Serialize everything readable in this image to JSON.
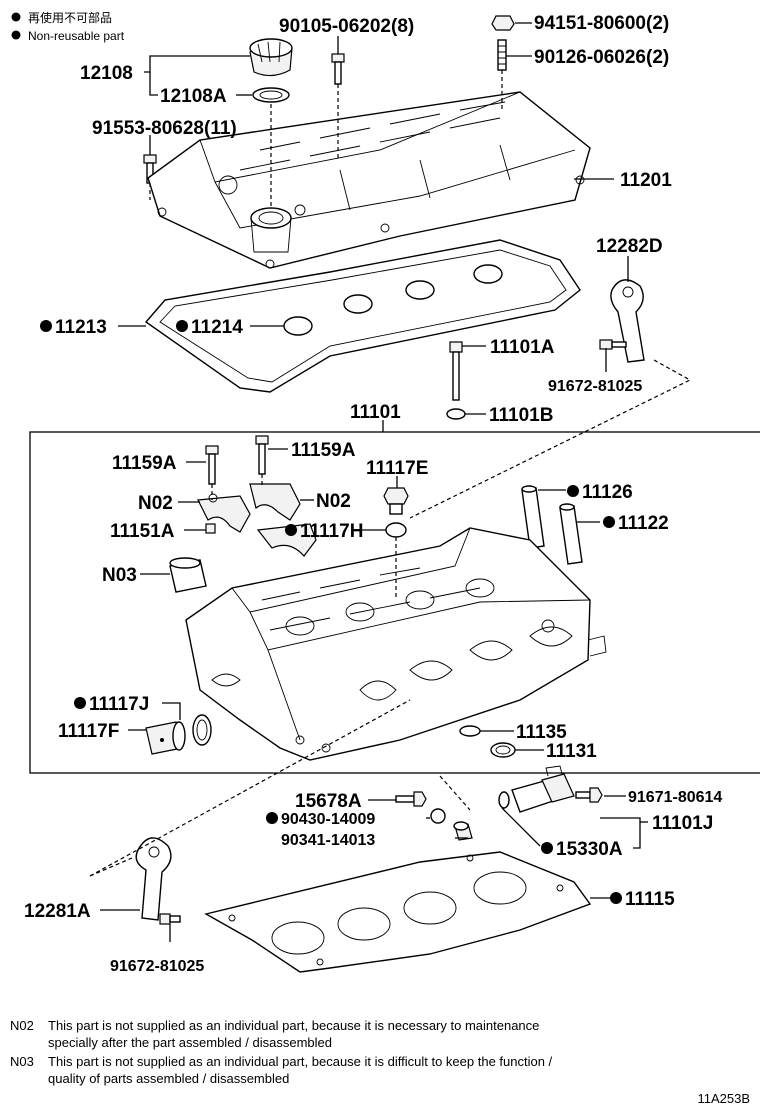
{
  "legend": {
    "item1": "再使用不可部品",
    "item2": "Non-reusable part"
  },
  "labels": {
    "l90105": "90105-06202(8)",
    "l94151": "94151-80600(2)",
    "l90126": "90126-06026(2)",
    "l12108": "12108",
    "l12108A": "12108A",
    "l91553": "91553-80628(11)",
    "l11201": "11201",
    "l12282D": "12282D",
    "l11213": "11213",
    "l11214": "11214",
    "l11101A": "11101A",
    "l91672a": "91672-81025",
    "l11101B": "11101B",
    "l11101": "11101",
    "l11159A_1": "11159A",
    "l11159A_2": "11159A",
    "l11117E": "11117E",
    "lN02_1": "N02",
    "lN02_2": "N02",
    "l11126": "11126",
    "l11151A": "11151A",
    "l11117H": "11117H",
    "l11122": "11122",
    "lN03": "N03",
    "l11117J": "11117J",
    "l11117F": "11117F",
    "l11135": "11135",
    "l11131": "11131",
    "l15678A": "15678A",
    "l91671": "91671-80614",
    "l90430": "90430-14009",
    "l11101J": "11101J",
    "l90341": "90341-14013",
    "l15330A": "15330A",
    "l12281A": "12281A",
    "l11115": "11115",
    "l91672b": "91672-81025"
  },
  "notes": {
    "n02_code": "N02",
    "n02_line1": "This part is not supplied as an individual part, because it is necessary to maintenance",
    "n02_line2": "specially after the part assembled / disassembled",
    "n03_code": "N03",
    "n03_line1": "This part is not supplied as an individual part, because it is difficult to keep the function /",
    "n03_line2": "quality of parts  assembled / disassembled"
  },
  "figure_id": "11A253B"
}
